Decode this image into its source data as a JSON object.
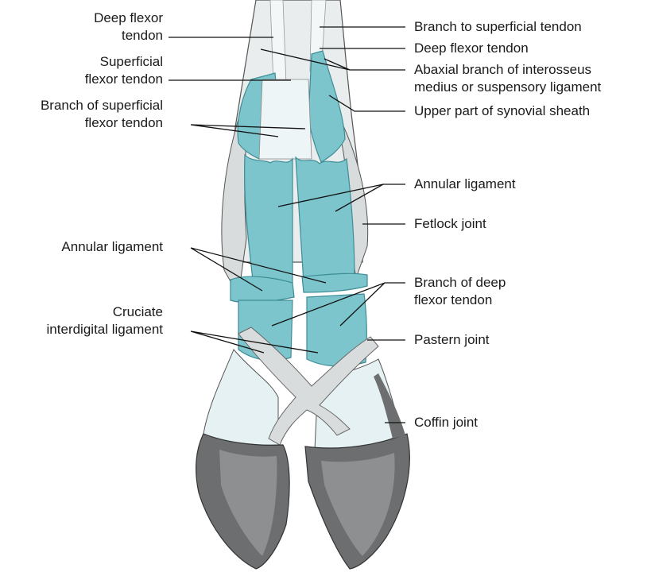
{
  "colors": {
    "tendon_teal": "#7cc5cc",
    "tendon_outline": "#3e8d96",
    "sheath_gray": "#d9dcdc",
    "bone_pale": "#e6f1f3",
    "hoof_dark": "#6d6e70",
    "hoof_light": "#9c9d9f"
  },
  "labels": {
    "deep_flexor_left": "Deep flexor\ntendon",
    "superficial_flexor": "Superficial\nflexor tendon",
    "branch_superficial": "Branch of superficial\nflexor tendon",
    "annular_left": "Annular ligament",
    "cruciate": "Cruciate\ninterdigital ligament",
    "branch_to_superficial": "Branch to superficial tendon",
    "deep_flexor_right": "Deep flexor tendon",
    "abaxial_branch": "Abaxial branch of interosseus\nmedius or suspensory ligament",
    "synovial_sheath": "Upper part of synovial sheath",
    "annular_right": "Annular ligament",
    "fetlock": "Fetlock joint",
    "branch_deep": "Branch of deep\nflexor tendon",
    "pastern": "Pastern joint",
    "coffin": "Coffin joint"
  }
}
